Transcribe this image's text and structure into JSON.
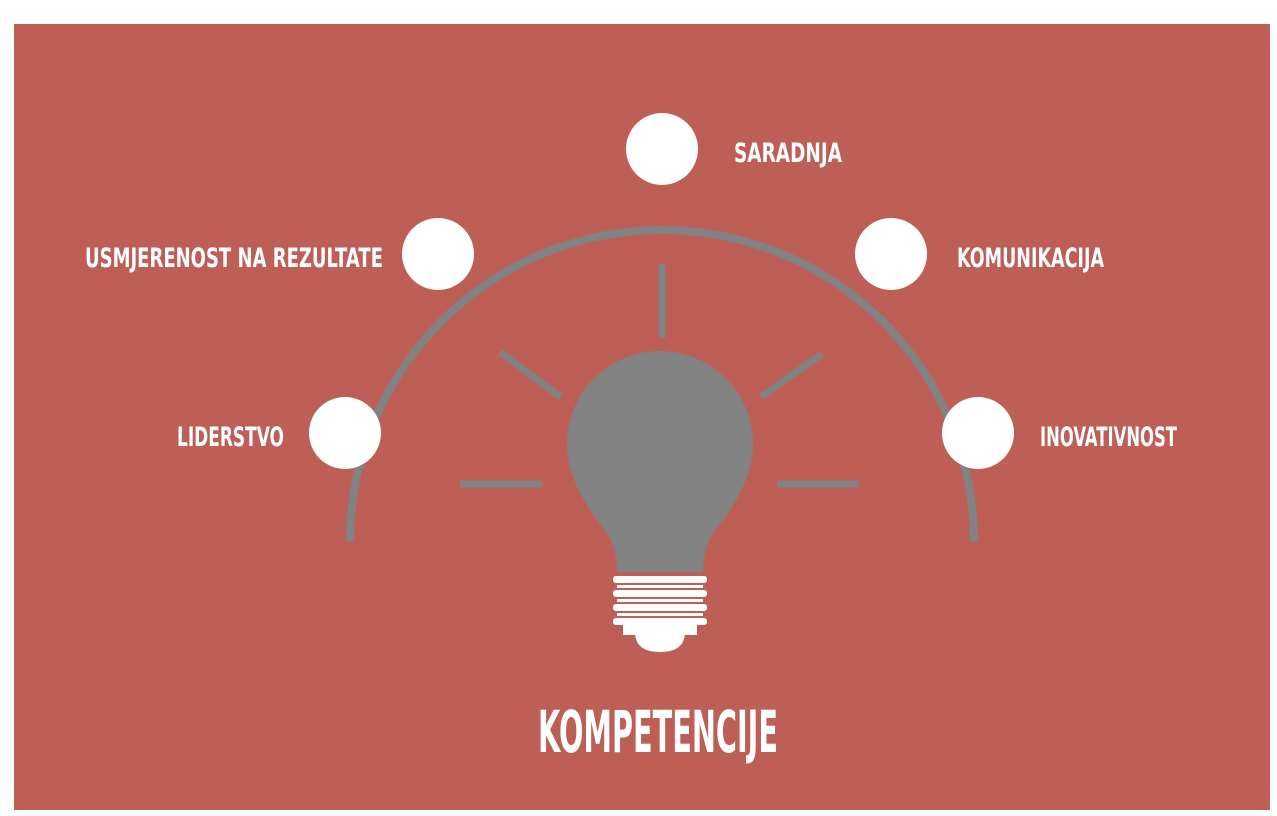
{
  "colors": {
    "background": "#bd5f56",
    "arc": "#828282",
    "bulb": "#828282",
    "rays": "#828282",
    "node": "#ffffff",
    "text": "#ffffff"
  },
  "competencies": [
    {
      "id": "saradnja",
      "label": "SARADNJA"
    },
    {
      "id": "usmjerenost",
      "label": "USMJERENOST NA REZULTATE"
    },
    {
      "id": "komunikacija",
      "label": "KOMUNIKACIJA"
    },
    {
      "id": "liderstvo",
      "label": "LIDERSTVO"
    },
    {
      "id": "inovativnost",
      "label": "INOVATIVNOST"
    }
  ],
  "title": "KOMPETENCIJE",
  "icons": {
    "center": "lightbulb-icon"
  }
}
